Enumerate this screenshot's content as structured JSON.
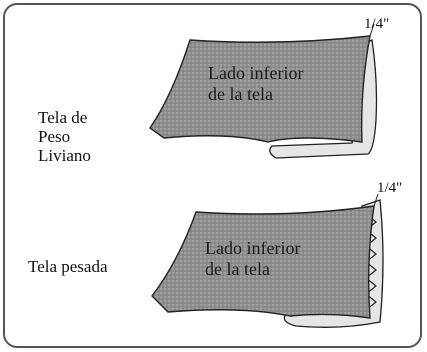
{
  "figures": [
    {
      "side_label_lines": [
        "Tela de",
        "Peso",
        "Liviano"
      ],
      "fabric_lines": [
        "Lado inferior",
        "de la tela"
      ],
      "measurement": "1/4\""
    },
    {
      "side_label": "Tela pesada",
      "fabric_lines": [
        "Lado inferior",
        "de la tela"
      ],
      "measurement": "1/4\""
    }
  ],
  "colors": {
    "fabric": "#8f8f8f",
    "fold": "#e6e6e6",
    "outline": "#222222",
    "frame": "#555555"
  },
  "icons": [
    "zigzag-stitch-edge",
    "folded-hem-edge"
  ]
}
